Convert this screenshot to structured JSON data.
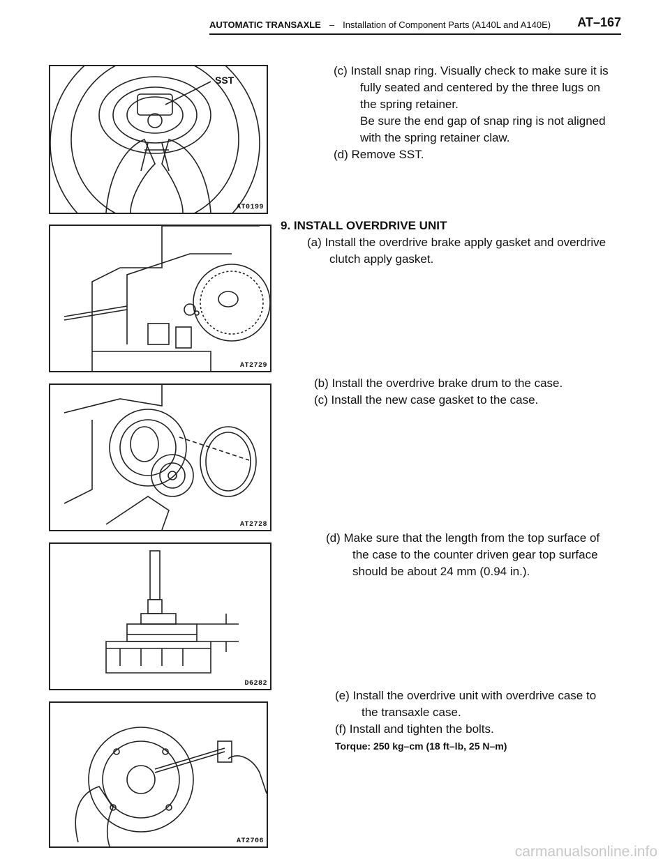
{
  "header": {
    "section": "AUTOMATIC TRANSAXLE",
    "separator": "–",
    "subtitle": "Installation of Component Parts (A140L and A140E)",
    "page": "AT–167"
  },
  "figures": [
    {
      "label": "AT0199",
      "callout": "SST",
      "icon": "snap-ring-install-illustration"
    },
    {
      "label": "AT2729",
      "icon": "gasket-install-illustration"
    },
    {
      "label": "AT2728",
      "icon": "brake-drum-install-illustration"
    },
    {
      "label": "D6282",
      "icon": "gear-height-measure-illustration"
    },
    {
      "label": "AT2706",
      "icon": "bolt-tighten-illustration"
    }
  ],
  "steps": {
    "c_snap": {
      "line1": "(c) Install snap ring. Visually check to make sure it is",
      "line2": "fully seated and centered by the three lugs on",
      "line3": "the spring retainer.",
      "line4": "Be sure the end gap of snap ring is not aligned",
      "line5": "with the spring retainer claw."
    },
    "d_remove": "(d) Remove SST.",
    "section9": "9. INSTALL OVERDRIVE UNIT",
    "a_gasket": {
      "line1": "(a) Install the overdrive brake apply gasket and overdrive",
      "line2": "clutch apply gasket."
    },
    "b_drum": "(b) Install the overdrive brake drum to the case.",
    "c_case": "(c) Install the new case gasket to the case.",
    "d_measure": {
      "line1": "(d) Make sure that the length from the top surface of",
      "line2": "the case to the counter driven gear top surface",
      "line3": "should be about 24 mm (0.94 in.)."
    },
    "e_install": {
      "line1": "(e) Install the overdrive unit with overdrive case to",
      "line2": "the transaxle case."
    },
    "f_bolts": "(f) Install and tighten the bolts.",
    "torque": "Torque: 250 kg–cm (18 ft–lb, 25 N–m)"
  },
  "watermark": "carmanualsonline.info"
}
